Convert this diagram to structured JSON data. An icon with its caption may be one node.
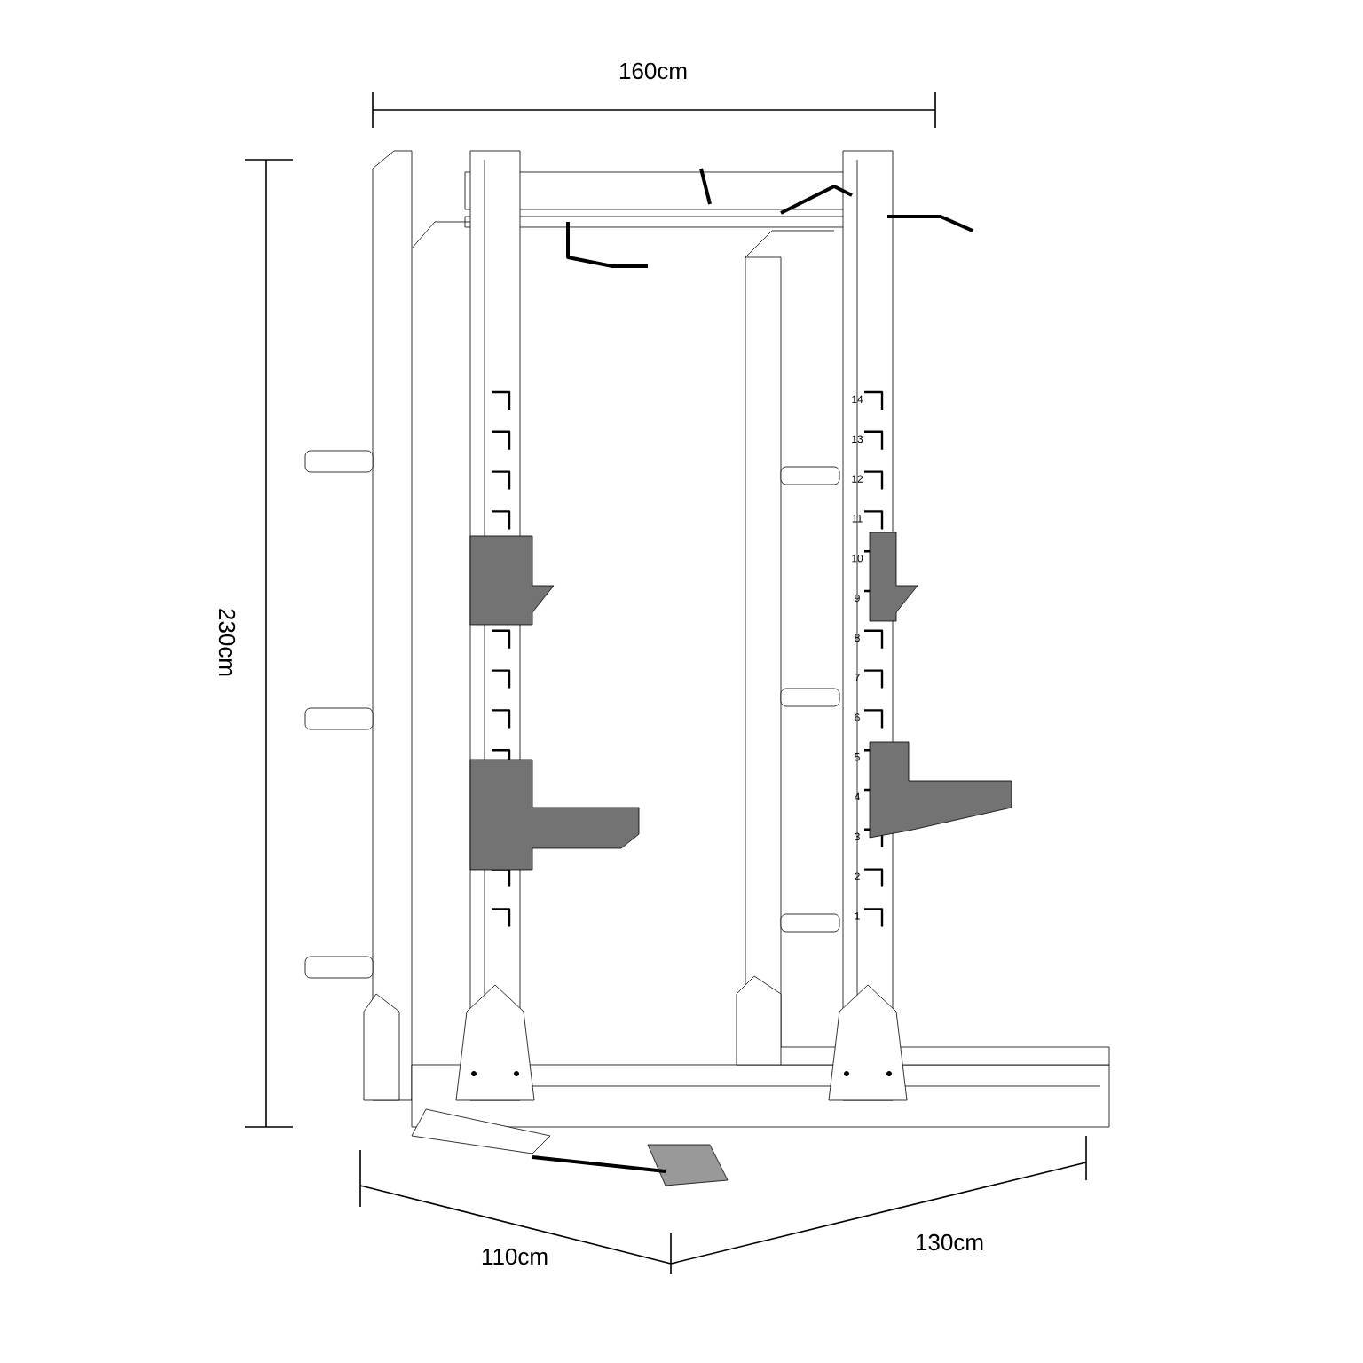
{
  "diagram": {
    "labels": [
      "160cm",
      "230cm",
      "14",
      "13",
      "12",
      "11",
      "10",
      "9",
      "8",
      "7",
      "6",
      "5",
      "4",
      "3",
      "2",
      "1",
      "110cm",
      "130cm"
    ]
  }
}
